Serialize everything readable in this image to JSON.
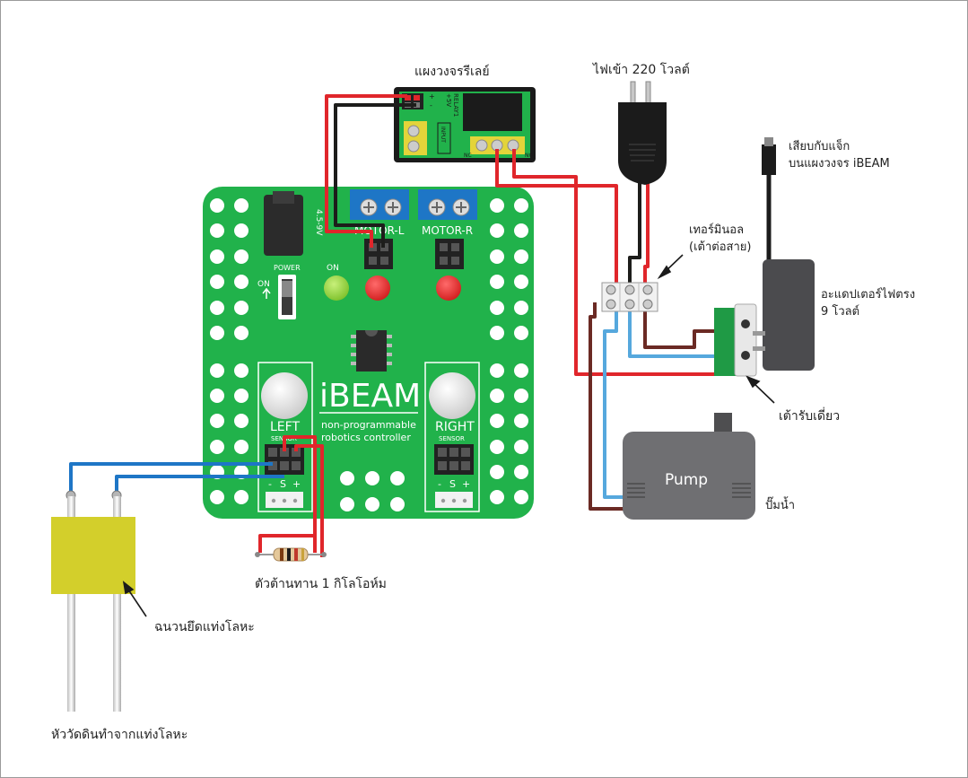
{
  "labels": {
    "relay_board": "แผงวงจรรีเลย์",
    "mains_in": "ไฟเข้า 220 โวลต์",
    "plug_jack_line1": "เสียบกับแจ็ก",
    "plug_jack_line2": "บนแผงวงจร iBEAM",
    "terminal_line1": "เทอร์มินอล",
    "terminal_line2": "(เต้าต่อสาย)",
    "adapter_line1": "อะแดปเตอร์ไฟตรง",
    "adapter_line2": "9 โวลต์",
    "socket": "เต้ารับเดี่ยว",
    "pump_caption": "ปั๊มน้ำ",
    "resistor": "ตัวต้านทาน 1 กิโลโอห์ม",
    "insulator": "ฉนวนยึดแท่งโลหะ",
    "probe": "หัววัดดินทำจากแท่งโลหะ"
  },
  "pcb": {
    "title": "iBEAM",
    "subtitle_line1": "non-programmable",
    "subtitle_line2": "robotics controller",
    "motor_l": "MOTOR-L",
    "motor_r": "MOTOR-R",
    "power": "POWER",
    "on_switch": "ON",
    "on_led": "ON",
    "voltage": "4.5-9V",
    "left_sensor": "LEFT",
    "right_sensor": "RIGHT",
    "sensor_word": "SENSOR",
    "pin_minus": "-",
    "pin_s": "S",
    "pin_plus": "+"
  },
  "relay": {
    "name": "RELAY1",
    "plus5v": "+5V",
    "input": "INPUT",
    "nc": "NC",
    "no": "NO",
    "plus_sym": "+",
    "minus_sym": "-"
  },
  "pump": {
    "label": "Pump"
  },
  "colors": {
    "board_green": "#21b24b",
    "wire_red": "#e0262b",
    "wire_black": "#1d1d1b",
    "wire_blue": "#56a8dd",
    "wire_brown": "#6b2a24",
    "probe_yellow": "#d3cf2b",
    "pump_gray": "#6f6f72",
    "adapter_gray": "#4b4b4e",
    "socket_green": "#1f9a45"
  }
}
